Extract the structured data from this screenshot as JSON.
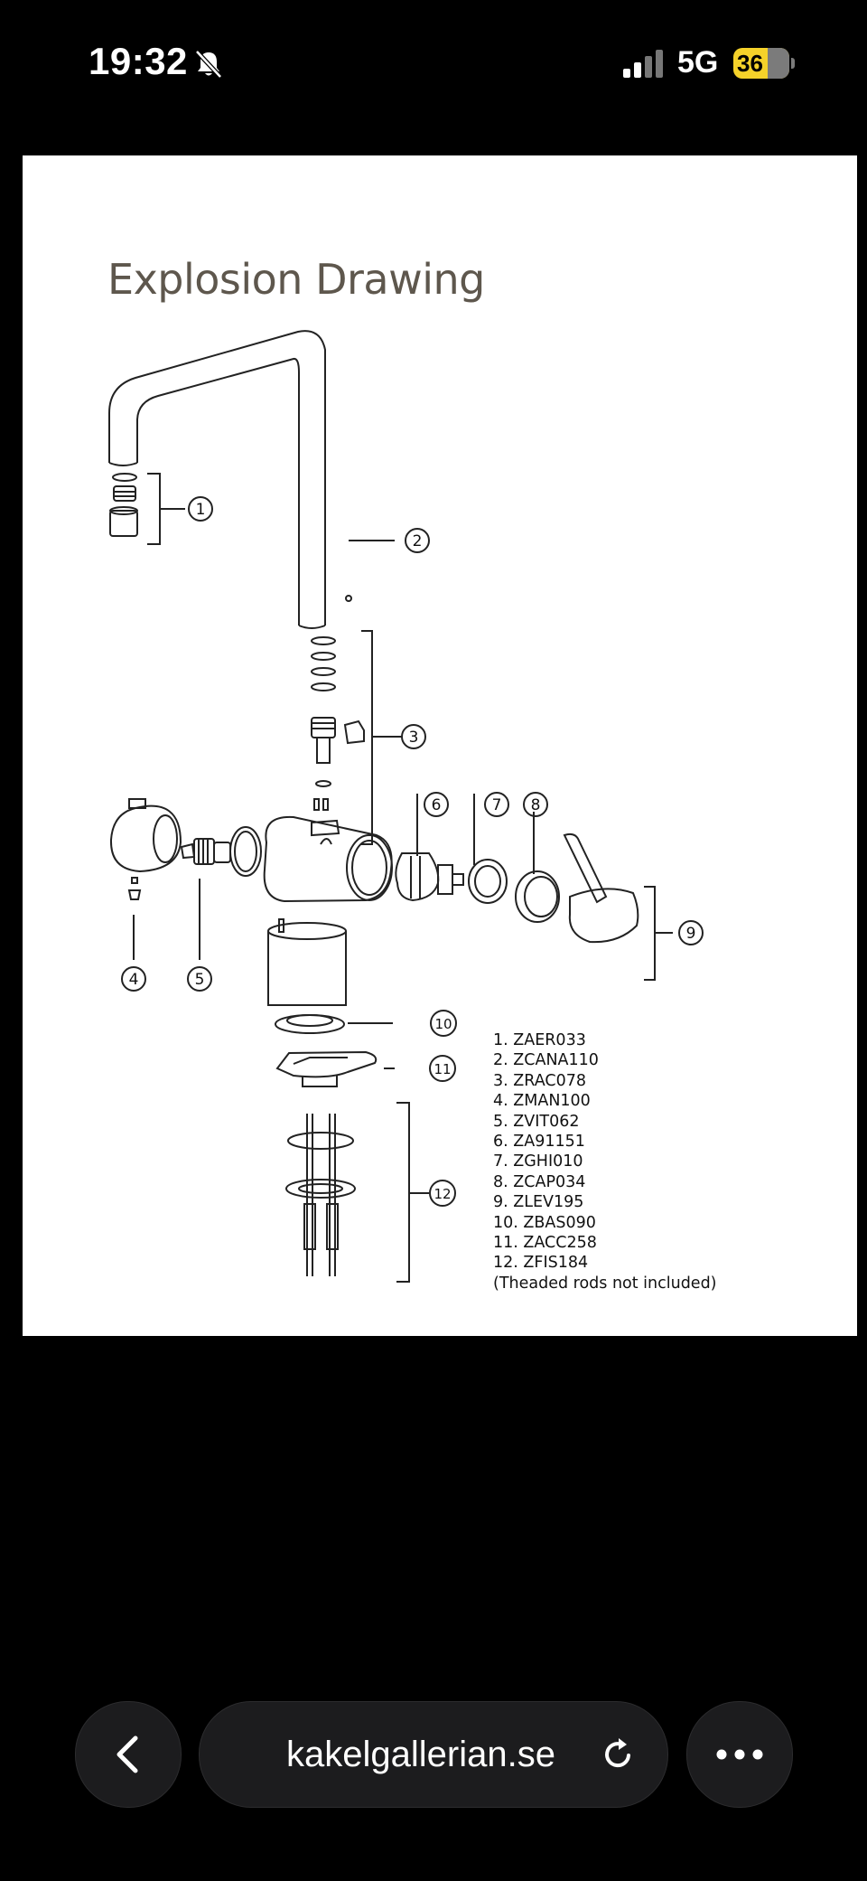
{
  "status_bar": {
    "time": "19:32",
    "network": "5G",
    "battery": "36"
  },
  "image": {
    "title": "Explosion Drawing",
    "callouts": [
      "1",
      "2",
      "3",
      "4",
      "5",
      "6",
      "7",
      "8",
      "9",
      "10",
      "11",
      "12"
    ],
    "parts": [
      "1. ZAER033",
      "2. ZCANA110",
      "3. ZRAC078",
      "4. ZMAN100",
      "5. ZVIT062",
      "6. ZA91151",
      "7. ZGHI010",
      "8. ZCAP034",
      "9. ZLEV195",
      "10. ZBAS090",
      "11.  ZACC258",
      "12. ZFIS184",
      "(Theaded rods not included)"
    ]
  },
  "nav": {
    "url": "kakelgallerian.se",
    "back_icon": "chevron-left-icon",
    "reload_icon": "reload-icon",
    "more_icon": "ellipsis-icon"
  }
}
